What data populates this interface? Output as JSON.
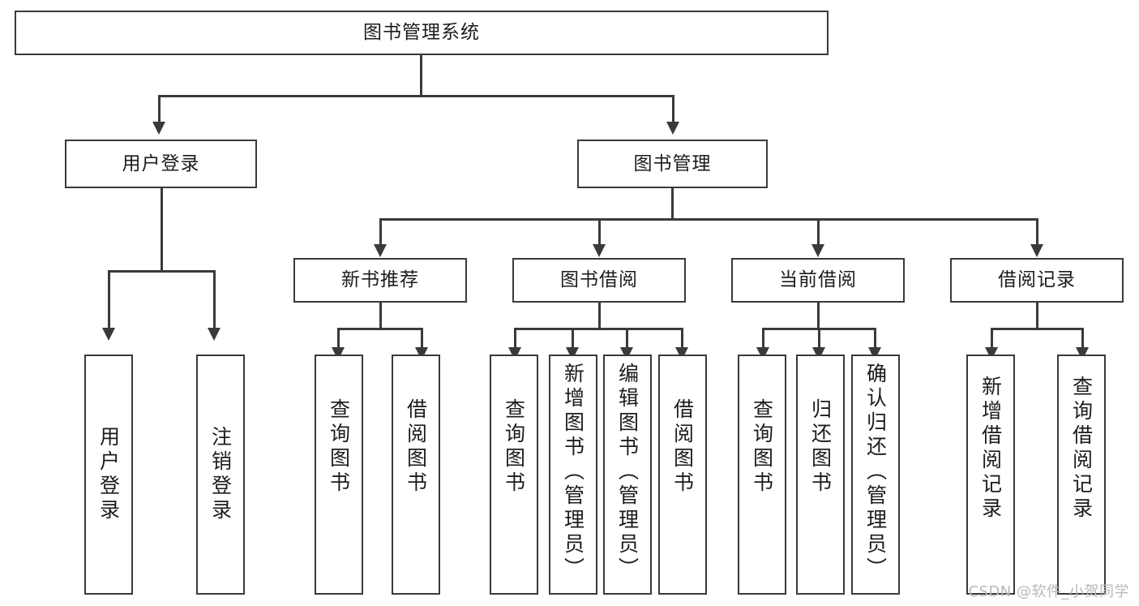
{
  "diagram": {
    "title": "图书管理系统",
    "type": "tree",
    "watermark": "CSDN @软件_小贺同学",
    "colors": {
      "box_border": "#3a3a3a",
      "box_fill": "#ffffff",
      "text": "#1c1c1c",
      "connector": "#3a3a3a",
      "watermark": "#b9b9b9"
    },
    "root": {
      "label": "图书管理系统"
    },
    "level2": [
      {
        "label": "用户登录"
      },
      {
        "label": "图书管理"
      }
    ],
    "level3": [
      {
        "label": "新书推荐"
      },
      {
        "label": "图书借阅"
      },
      {
        "label": "当前借阅"
      },
      {
        "label": "借阅记录"
      }
    ],
    "leaves": {
      "user_login": [
        {
          "label": "用户登录"
        },
        {
          "label": "注销登录"
        }
      ],
      "new_book_recommend": [
        {
          "label": "查询图书"
        },
        {
          "label": "借阅图书"
        }
      ],
      "book_borrow": [
        {
          "label": "查询图书"
        },
        {
          "label": "新增图书（管理员）"
        },
        {
          "label": "编辑图书（管理员）"
        },
        {
          "label": "借阅图书"
        }
      ],
      "current_borrow": [
        {
          "label": "查询图书"
        },
        {
          "label": "归还图书"
        },
        {
          "label": "确认归还（管理员）"
        }
      ],
      "borrow_record": [
        {
          "label": "新增借阅记录"
        },
        {
          "label": "查询借阅记录"
        }
      ]
    }
  }
}
